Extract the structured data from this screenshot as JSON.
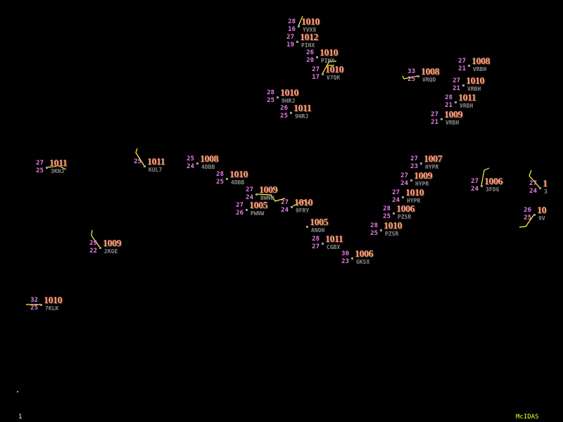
{
  "stations": [
    {
      "t": "28",
      "td": "16",
      "p": "1010",
      "id": "YVX8"
    },
    {
      "t": "27",
      "td": "19",
      "p": "1012",
      "id": "PINX"
    },
    {
      "t": "26",
      "td": "20",
      "p": "1010",
      "id": "PINX"
    },
    {
      "t": "27",
      "td": "17",
      "p": "1010",
      "id": "V7QK"
    },
    {
      "t": "28",
      "td": "25",
      "p": "1010",
      "id": "9HRJ"
    },
    {
      "t": "26",
      "td": "25",
      "p": "1011",
      "id": "9HRJ"
    },
    {
      "t": "33",
      "td": "25",
      "p": "1008",
      "id": "VRQD"
    },
    {
      "t": "27",
      "td": "21",
      "p": "1008",
      "id": "VRBH"
    },
    {
      "t": "27",
      "td": "21",
      "p": "1010",
      "id": "VRBH"
    },
    {
      "t": "28",
      "td": "21",
      "p": "1011",
      "id": "VRBH"
    },
    {
      "t": "27",
      "td": "21",
      "p": "1009",
      "id": "VRBH"
    },
    {
      "t": "27",
      "td": "25",
      "p": "1011",
      "id": "3KNJ"
    },
    {
      "t": "25",
      "td": "",
      "p": "1011",
      "id": "KUL7"
    },
    {
      "t": "25",
      "td": "24",
      "p": "1008",
      "id": "4DBB"
    },
    {
      "t": "28",
      "td": "25",
      "p": "1010",
      "id": "4DBB"
    },
    {
      "t": "27",
      "td": "24",
      "p": "1009",
      "id": "BWNW"
    },
    {
      "t": "27",
      "td": "26",
      "p": "1005",
      "id": "PWNW"
    },
    {
      "t": "27",
      "td": "24",
      "p": "1010",
      "id": "9FRY"
    },
    {
      "t": "",
      "td": "",
      "p": "1005",
      "id": "ANOH"
    },
    {
      "t": "28",
      "td": "27",
      "p": "1011",
      "id": "CGBX"
    },
    {
      "t": "30",
      "td": "23",
      "p": "1006",
      "id": "GKSX"
    },
    {
      "t": "28",
      "td": "25",
      "p": "1006",
      "id": "PZSR"
    },
    {
      "t": "28",
      "td": "25",
      "p": "1010",
      "id": "PZSR"
    },
    {
      "t": "27",
      "td": "23",
      "p": "1007",
      "id": "HYPR"
    },
    {
      "t": "27",
      "td": "24",
      "p": "1009",
      "id": "HYPR"
    },
    {
      "t": "27",
      "td": "24",
      "p": "1010",
      "id": "HYPR"
    },
    {
      "t": "27",
      "td": "24",
      "p": "1006",
      "id": "3FOG"
    },
    {
      "t": "27",
      "td": "24",
      "p": "1",
      "id": "3"
    },
    {
      "t": "26",
      "td": "25",
      "p": "10",
      "id": "9V"
    },
    {
      "t": "29",
      "td": "22",
      "p": "1009",
      "id": "2KGE"
    },
    {
      "t": "32",
      "td": "25",
      "p": "1010",
      "id": "7KLK"
    }
  ],
  "footer": {
    "frame": "1",
    "brand": "McIDAS"
  },
  "colors": {
    "pressure": "#ff9f7a",
    "temperature": "#e77de6",
    "station_id": "#8c8c8c",
    "wind": "#ffff30"
  }
}
